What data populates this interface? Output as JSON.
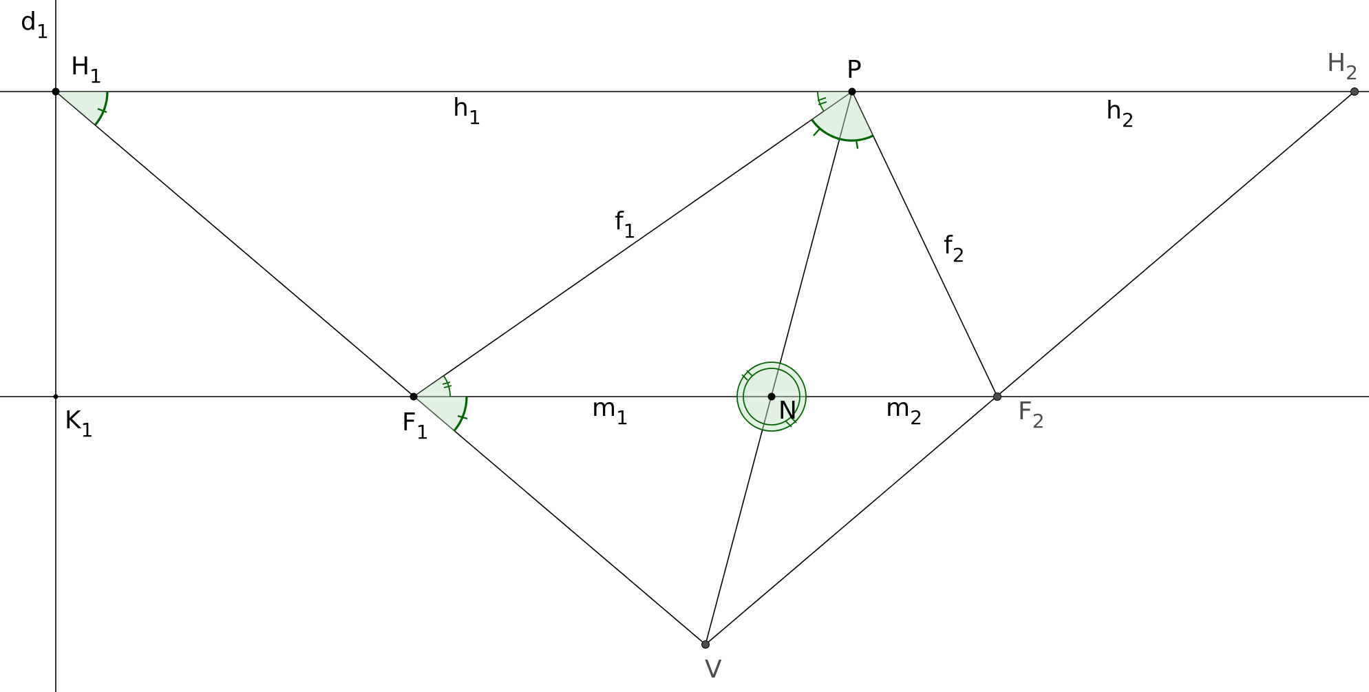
{
  "diagram": {
    "points": [
      {
        "id": "H1",
        "name": "H",
        "sub": "1",
        "style": "black"
      },
      {
        "id": "P",
        "name": "P",
        "sub": "",
        "style": "black"
      },
      {
        "id": "H2",
        "name": "H",
        "sub": "2",
        "style": "gray"
      },
      {
        "id": "K1",
        "name": "K",
        "sub": "1",
        "style": "black"
      },
      {
        "id": "F1",
        "name": "F",
        "sub": "1",
        "style": "black"
      },
      {
        "id": "N",
        "name": "N",
        "sub": "",
        "style": "black"
      },
      {
        "id": "F2",
        "name": "F",
        "sub": "2",
        "style": "gray"
      },
      {
        "id": "V",
        "name": "V",
        "sub": "",
        "style": "gray"
      }
    ],
    "line_labels": [
      {
        "id": "d1",
        "name": "d",
        "sub": "1"
      },
      {
        "id": "h1",
        "name": "h",
        "sub": "1"
      },
      {
        "id": "h2",
        "name": "h",
        "sub": "2"
      },
      {
        "id": "f1",
        "name": "f",
        "sub": "1"
      },
      {
        "id": "f2",
        "name": "f",
        "sub": "2"
      },
      {
        "id": "m1",
        "name": "m",
        "sub": "1"
      },
      {
        "id": "m2",
        "name": "m",
        "sub": "2"
      }
    ],
    "colors": {
      "angle_stroke": "#006400",
      "angle_fill": "#bfe3bf",
      "line": "#000000",
      "gray_point": "#4d4d4d"
    }
  }
}
